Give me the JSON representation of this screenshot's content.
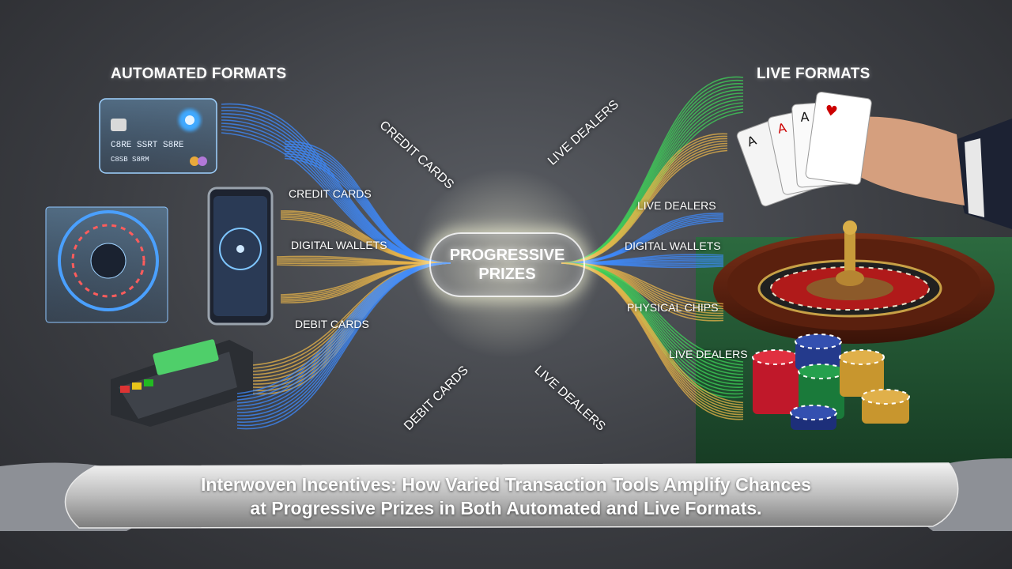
{
  "headers": {
    "left": "AUTOMATED FORMATS",
    "right": "LIVE FORMATS"
  },
  "center": {
    "label": "PROGRESSIVE\nPRIZES"
  },
  "curved_labels": {
    "credit_cards_arc": "CREDIT CARDS",
    "debit_cards_arc": "DEBIT CARDS",
    "live_dealers_top_arc": "LIVE DEALERS",
    "live_dealers_bottom_arc": "LIVE DEALERS"
  },
  "left_labels": {
    "credit": "CREDIT CARDS",
    "wallets": "DIGITAL WALLETS",
    "debit": "DEBIT CARDS"
  },
  "right_labels": {
    "live1": "LIVE DEALERS",
    "wallets": "DIGITAL WALLETS",
    "chips": "PHYSICAL CHIPS",
    "live2": "LIVE DEALERS"
  },
  "card_text": {
    "number": "C8RE SSRT S8RE",
    "name": "C8SB S8RM"
  },
  "caption": {
    "line1": "Interwoven Incentives: How Varied Transaction Tools Amplify Chances",
    "line2": "at Progressive Prizes in Both Automated and Live Formats."
  },
  "colors": {
    "blue": "#3d8bff",
    "gold": "#e8b44a",
    "green": "#3fd35a"
  }
}
